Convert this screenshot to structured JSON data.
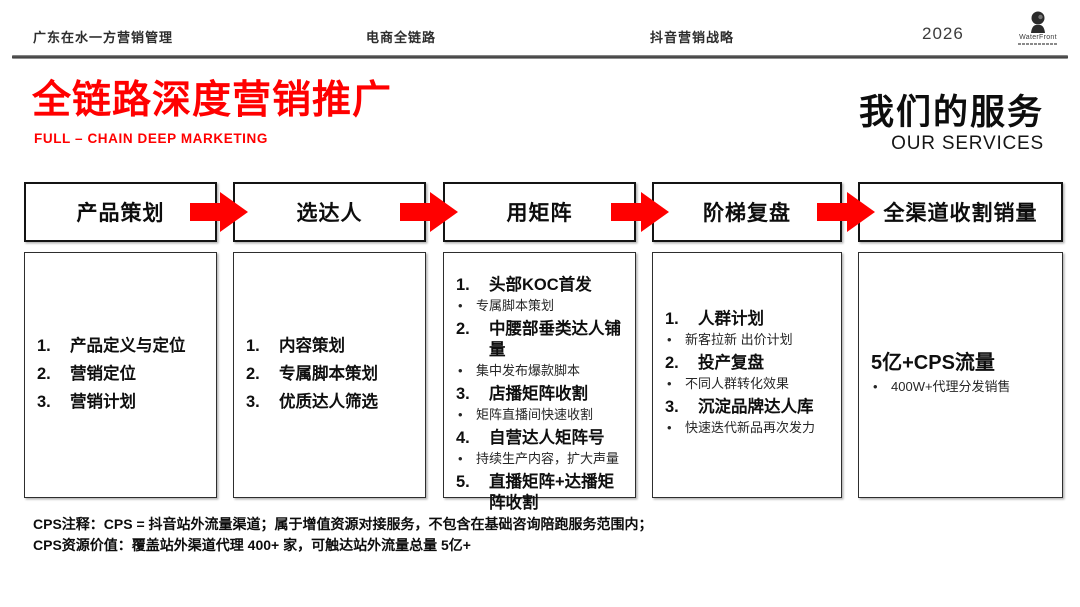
{
  "header": {
    "nav": [
      "广东在水一方营销管理",
      "电商全链路",
      "抖音营销战略"
    ],
    "year": "2026",
    "logo_text": "WaterFront"
  },
  "title": {
    "zh": "全链路深度营销推广",
    "en": "FULL – CHAIN DEEP MARKETING"
  },
  "services_title": {
    "zh": "我们的服务",
    "en": "OUR SERVICES"
  },
  "colors": {
    "accent_red": "#ff0000",
    "ink": "#0d0d0d"
  },
  "flow": {
    "columns": [
      {
        "header": "产品策划",
        "items": [
          {
            "type": "num",
            "marker": "1.",
            "text": "产品定义与定位"
          },
          {
            "type": "num",
            "marker": "2.",
            "text": "营销定位"
          },
          {
            "type": "num",
            "marker": "3.",
            "text": "营销计划"
          }
        ]
      },
      {
        "header": "选达人",
        "items": [
          {
            "type": "num",
            "marker": "1.",
            "text": "内容策划"
          },
          {
            "type": "num",
            "marker": "2.",
            "text": "专属脚本策划"
          },
          {
            "type": "num",
            "marker": "3.",
            "text": "优质达人筛选"
          }
        ]
      },
      {
        "header": "用矩阵",
        "items": [
          {
            "type": "num",
            "marker": "1.",
            "text": "头部KOC首发"
          },
          {
            "type": "bullet",
            "marker": "•",
            "text": "专属脚本策划"
          },
          {
            "type": "num",
            "marker": "2.",
            "text": "中腰部垂类达人铺量"
          },
          {
            "type": "bullet",
            "marker": "•",
            "text": "集中发布爆款脚本"
          },
          {
            "type": "num",
            "marker": "3.",
            "text": "店播矩阵收割"
          },
          {
            "type": "bullet",
            "marker": "•",
            "text": "矩阵直播间快速收割"
          },
          {
            "type": "num",
            "marker": "4.",
            "text": "自营达人矩阵号"
          },
          {
            "type": "bullet",
            "marker": "•",
            "text": "持续生产内容，扩大声量"
          },
          {
            "type": "num",
            "marker": "5.",
            "text": "直播矩阵+达播矩阵收割"
          }
        ]
      },
      {
        "header": "阶梯复盘",
        "items": [
          {
            "type": "num",
            "marker": "1.",
            "text": "人群计划"
          },
          {
            "type": "bullet",
            "marker": "•",
            "text": "新客拉新 出价计划"
          },
          {
            "type": "num",
            "marker": "2.",
            "text": "投产复盘"
          },
          {
            "type": "bullet",
            "marker": "•",
            "text": "不同人群转化效果"
          },
          {
            "type": "num",
            "marker": "3.",
            "text": "沉淀品牌达人库"
          },
          {
            "type": "bullet",
            "marker": "•",
            "text": "快速迭代新品再次发力"
          }
        ]
      },
      {
        "header": "全渠道收割销量",
        "items": [
          {
            "type": "head",
            "marker": "",
            "text": "5亿+CPS流量"
          },
          {
            "type": "bullet",
            "marker": "•",
            "text": "400W+代理分发销售"
          }
        ]
      }
    ]
  },
  "footnotes": [
    "CPS注释：CPS = 抖音站外流量渠道；属于增值资源对接服务，不包含在基础咨询陪跑服务范围内；",
    "CPS资源价值：覆盖站外渠道代理 400+ 家，可触达站外流量总量 5亿+"
  ]
}
